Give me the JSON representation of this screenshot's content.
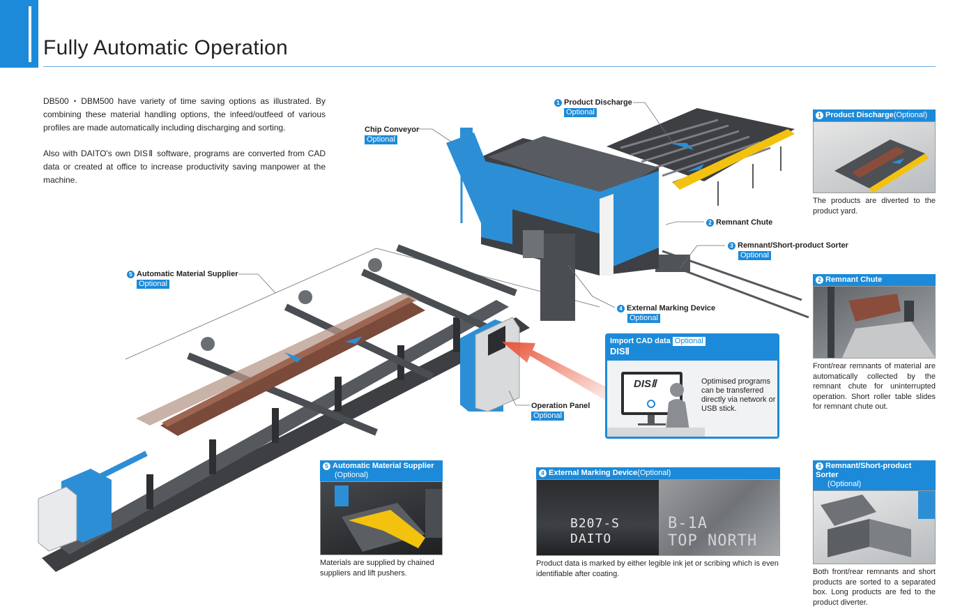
{
  "header": {
    "title": "Fully Automatic Operation"
  },
  "intro": {
    "paragraph1": "DB500・DBM500 have variety of time saving options as illustrated. By combining these material handling options, the infeed/outfeed of various profiles are made automatically including discharging and sorting.",
    "paragraph2": "Also with DAITO's own DISⅡ software, programs are converted from CAD data or created at office to increase productivity saving manpower at the machine."
  },
  "colors": {
    "accent": "#1c8ad8",
    "machine_blue": "#2c8fd6",
    "machine_gray": "#3e4247",
    "arrow_red": "#e8553a",
    "rail_yellow": "#f2c20f"
  },
  "callouts": {
    "product_discharge": {
      "num": "1",
      "label": "Product Discharge",
      "badge": "Optional"
    },
    "remnant_chute": {
      "num": "2",
      "label": "Remnant Chute"
    },
    "sorter": {
      "num": "3",
      "label": "Remnant/Short-product Sorter",
      "badge": "Optional"
    },
    "marking": {
      "num": "4",
      "label": "External Marking Device",
      "badge": "Optional"
    },
    "supplier": {
      "num": "5",
      "label": "Automatic Material Supplier",
      "badge": "Optional"
    },
    "chip_conveyor": {
      "label": "Chip Conveyor",
      "badge": "Optional"
    },
    "operation_panel": {
      "label": "Operation Panel",
      "badge": "Optional"
    }
  },
  "cad_box": {
    "title": "Import CAD data",
    "badge": "Optional",
    "software": "DISⅡ",
    "monitor_logo": "DISⅡ",
    "text": "Optimised programs can be transferred directly via network or USB stick."
  },
  "panels": {
    "p1": {
      "num": "1",
      "title": "Product Discharge",
      "suffix": "(Optional)",
      "caption": "The products are diverted to the product yard."
    },
    "p2": {
      "num": "2",
      "title": "Remnant Chute",
      "caption": "Front/rear remnants of material are automatically collected by the remnant chute for uninterrupted operation. Short roller table slides for remnant chute out."
    },
    "p3": {
      "num": "3",
      "title": "Remnant/Short-product Sorter",
      "suffix": "(Optional)",
      "caption": "Both front/rear remnants and short products are sorted to a separated box. Long products are fed to the product diverter."
    },
    "p4": {
      "num": "4",
      "title": "External Marking Device",
      "suffix": "(Optional)",
      "caption": "Product data is marked by either legible ink jet or scribing which is even identifiable after coating.",
      "mark_left_1": "B207-S",
      "mark_left_2": "DAITO",
      "mark_right_1": "B-1A",
      "mark_right_2": "TOP NORTH"
    },
    "p5": {
      "num": "5",
      "title": "Automatic Material Supplier",
      "suffix": "(Optional)",
      "caption": "Materials are supplied by chained suppliers and lift pushers."
    }
  }
}
